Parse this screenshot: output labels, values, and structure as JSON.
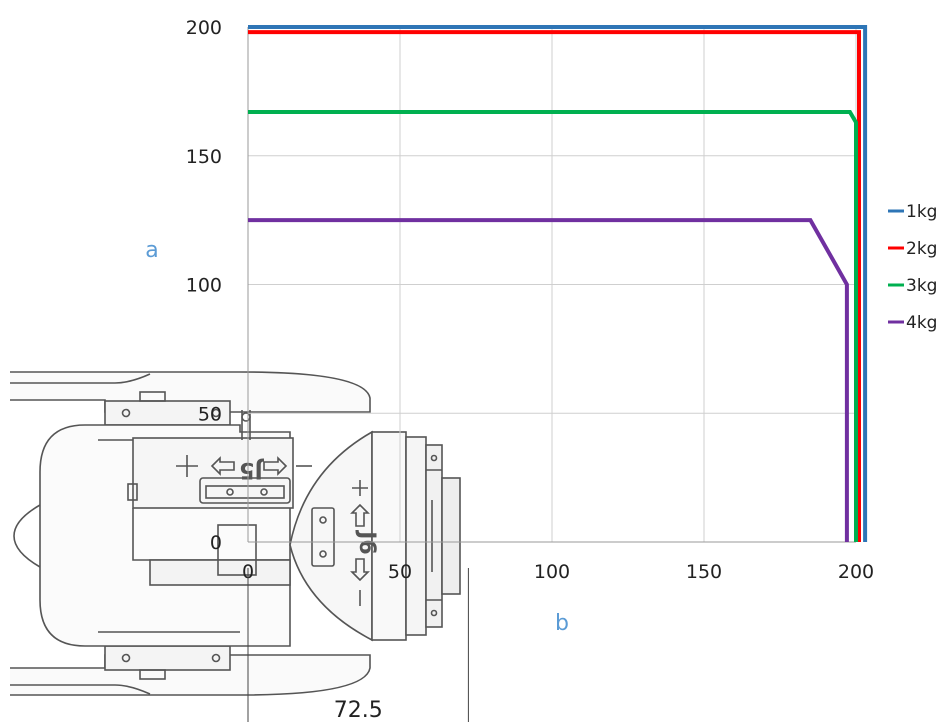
{
  "chart_data": {
    "type": "line",
    "xlabel": "b",
    "ylabel": "a",
    "xlim": [
      0,
      200
    ],
    "ylim": [
      0,
      200
    ],
    "x_ticks": [
      0,
      50,
      100,
      150,
      200
    ],
    "y_ticks": [
      0,
      50,
      100,
      150,
      200
    ],
    "grid": true,
    "legend_position": "right",
    "series": [
      {
        "name": "1kg",
        "color": "#2e75b6",
        "points": [
          [
            0,
            200
          ],
          [
            203,
            200
          ],
          [
            203,
            0
          ]
        ]
      },
      {
        "name": "2kg",
        "color": "#ff0000",
        "points": [
          [
            0,
            198
          ],
          [
            201,
            198
          ],
          [
            201,
            0
          ]
        ]
      },
      {
        "name": "3kg",
        "color": "#00b050",
        "points": [
          [
            0,
            167
          ],
          [
            198,
            167
          ],
          [
            200,
            163
          ],
          [
            200,
            0
          ]
        ]
      },
      {
        "name": "4kg",
        "color": "#7030a0",
        "points": [
          [
            0,
            125
          ],
          [
            185,
            125
          ],
          [
            197,
            100
          ],
          [
            197,
            0
          ]
        ]
      }
    ],
    "annotations": {
      "dimension_label": "72.5",
      "dimension_range": [
        0,
        72.5
      ],
      "overlay_drawing": "robot-wrist-j5-j6-top-view"
    }
  }
}
